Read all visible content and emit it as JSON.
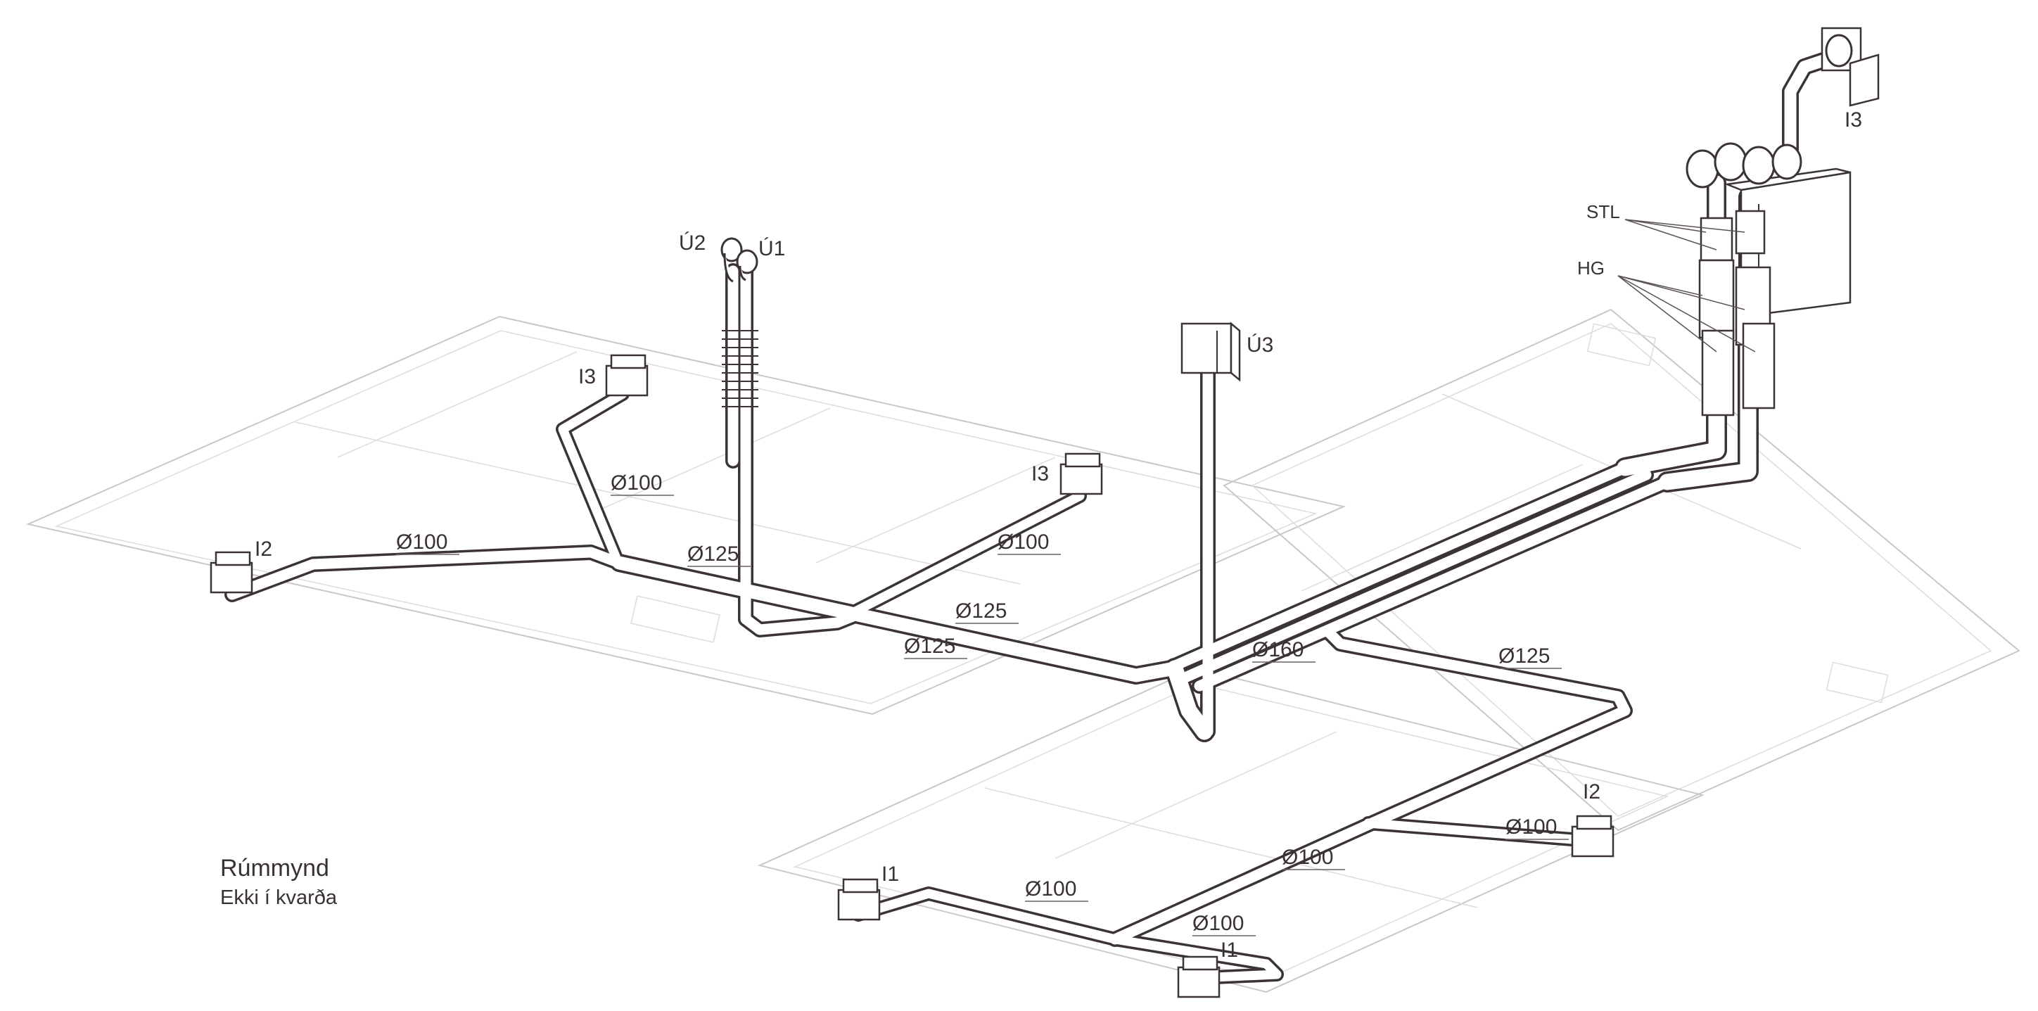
{
  "caption": {
    "title": "Rúmmynd",
    "subtitle": "Ekki í kvarða"
  },
  "terminal_labels": {
    "i2_left": "I2",
    "i3_left": "I3",
    "i3_mid": "I3",
    "i3_top": "I3",
    "i1_left": "I1",
    "i1_bottom": "I1",
    "i2_right": "I2",
    "u1": "Ú1",
    "u2": "Ú2",
    "u3": "Ú3"
  },
  "component_labels": {
    "stl": "STL",
    "hg": "HG"
  },
  "dimension_labels": {
    "d100_a": "Ø100",
    "d100_b": "Ø100",
    "d125_a": "Ø125",
    "d100_c": "Ø100",
    "d125_b": "Ø125",
    "d125_c": "Ø125",
    "d160": "Ø160",
    "d125_d": "Ø125",
    "d100_d": "Ø100",
    "d100_e": "Ø100",
    "d100_f": "Ø100",
    "d100_g": "Ø100"
  },
  "colors": {
    "pipe": "#3c3434",
    "floor_plan": "#c8c8c8",
    "text": "#3a3232"
  }
}
